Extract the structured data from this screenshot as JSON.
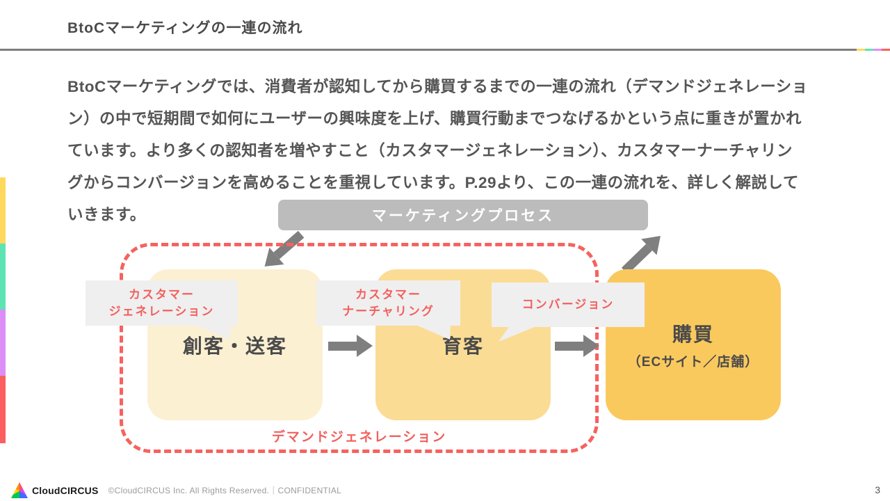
{
  "slide": {
    "title": "BtoCマーケティングの一連の流れ",
    "body": "BtoCマーケティングでは、消費者が認知してから購買するまでの一連の流れ（デマンドジェネレーショ\nン）の中で短期間で如何にユーザーの興味度を上げ、購買行動までつなげるかという点に重きが置かれ\nています。より多くの認知者を増やすこと（カスタマージェネレーション）、カスタマーナーチャリン\nグからコンバージョンを高めることを重視しています。P.29より、この一連の流れを、詳しく解説して\nいきます。",
    "page_number": "3"
  },
  "diagram": {
    "process_label": "マーケティングプロセス",
    "demand_generation_label": "デマンドジェネレーション",
    "bubbles": [
      {
        "label": "カスタマー\nジェネレーション"
      },
      {
        "label": "カスタマー\nナーチャリング"
      },
      {
        "label": "コンバージョン"
      }
    ],
    "boxes": [
      {
        "label": "創客・送客"
      },
      {
        "label": "育客"
      },
      {
        "label": "購買",
        "sublabel": "（ECサイト／店舗）"
      }
    ]
  },
  "footer": {
    "logo_name": "CloudCIRCUS",
    "logo_text_regular": "Cloud",
    "logo_text_bold": "CIRCUS",
    "copyright": "©CloudCIRCUS Inc. All Rights Reserved.｜CONFIDENTIAL"
  },
  "colors": {
    "title_text": "#4a4a4a",
    "body_text": "#555555",
    "process_box_bg": "#bcbcbc",
    "dashed_border": "#f5625f",
    "bubble_bg": "#efefef",
    "bubble_text": "#f2605e",
    "box_souka_bg": "#fcf0d3",
    "box_ikukyaku_bg": "#fbdc95",
    "box_kobai_bg": "#fac95e",
    "arrow_gray": "#7f7f7f",
    "stripe_yellow": "#ffd95e",
    "stripe_mint": "#5fe3b2",
    "stripe_lavender": "#dd8df6",
    "stripe_coral": "#fc5f5f"
  }
}
